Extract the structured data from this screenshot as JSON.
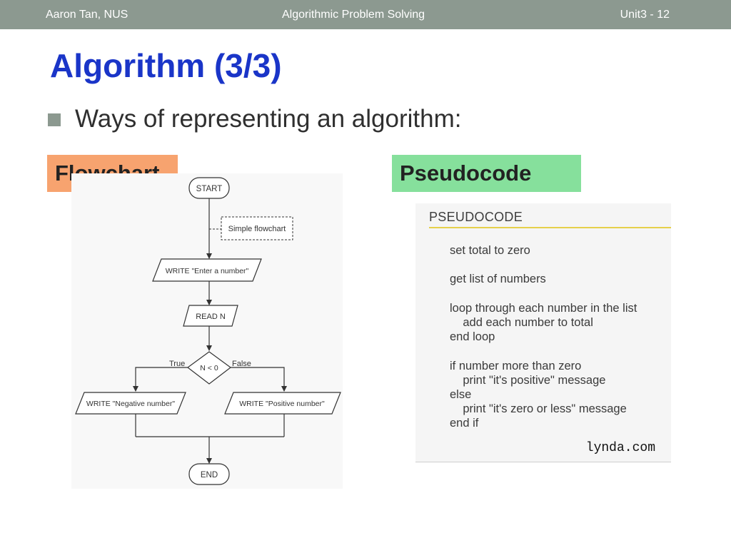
{
  "header": {
    "author": "Aaron Tan, NUS",
    "course": "Algorithmic Problem Solving",
    "page": "Unit3 - 12"
  },
  "slide": {
    "title": "Algorithm (3/3)",
    "bullet": "Ways of representing an algorithm:"
  },
  "labels": {
    "flowchart": "Flowchart",
    "pseudocode": "Pseudocode"
  },
  "flowchart": {
    "start": "START",
    "note": "Simple flowchart",
    "write_prompt": "WRITE \"Enter a number\"",
    "read": "READ N",
    "condition": "N < 0",
    "true_label": "True",
    "false_label": "False",
    "write_negative": "WRITE \"Negative number\"",
    "write_positive": "WRITE \"Positive number\"",
    "end": "END"
  },
  "pseudocode": {
    "heading": "PSEUDOCODE",
    "lines": [
      "set total to zero",
      "get list of numbers",
      "loop through each number in the list",
      "    add each number to total",
      "end loop",
      "if number more than zero",
      "    print \"it's positive\" message",
      "else",
      "    print \"it's zero or less\" message",
      "end if"
    ],
    "credit": "lynda.com"
  }
}
